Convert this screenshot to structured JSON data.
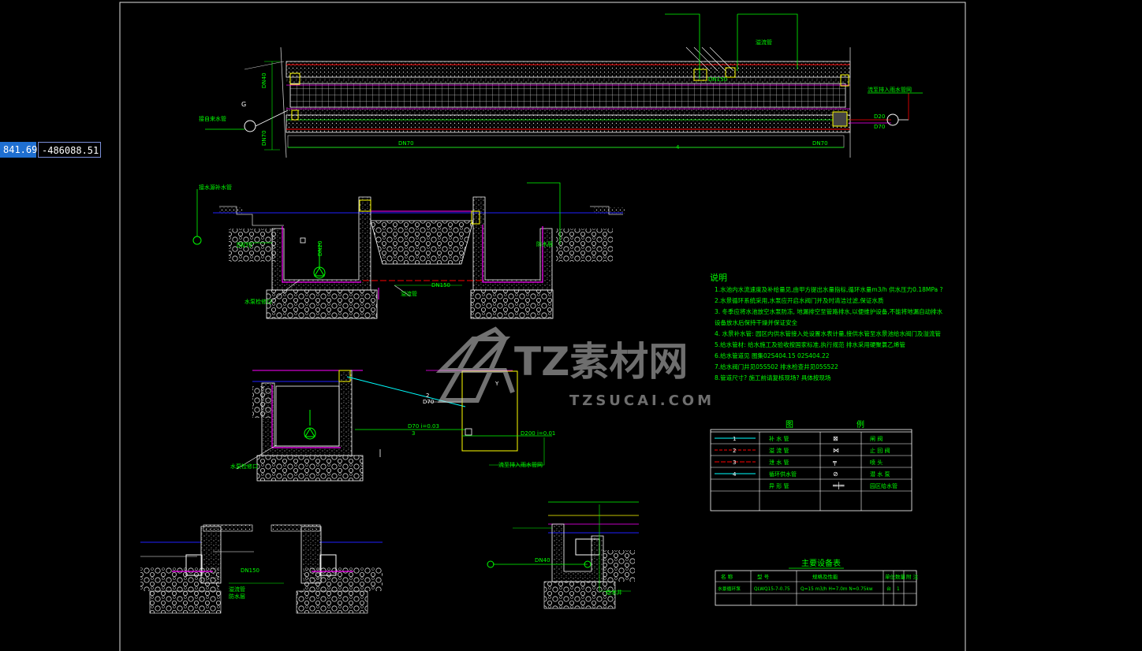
{
  "coords": {
    "x": "841.69",
    "y": "-486088.51"
  },
  "watermark": {
    "brand": "TZ素材网",
    "url": "TZSUCAI.COM"
  },
  "plan": {
    "dim_left": "DN40",
    "dim_left2": "DN70",
    "dim_bottom_left": "DN70",
    "dim_bottom_right": "DN70",
    "dim_mid": "4",
    "dim_pipe": "DN150",
    "dim_right_top": "D20",
    "dim_right_bottom": "D70",
    "right_note": "流至排入雨水管网",
    "left_note": "接自来水管",
    "top_note": "溢流管",
    "left_symbol": "G"
  },
  "section1": {
    "top_label": "接水源补水管",
    "dim": "DN150",
    "left_dim": "DN70",
    "pump_label": "DN20",
    "bottom_left": "水泵检修口",
    "bottom_mid": "溢流管",
    "right_label": "防水层"
  },
  "section2": {
    "dim1": "D70  i=0.03",
    "dim1_num": "3",
    "dim2": "D200  i=0.01",
    "num2": "2",
    "d70": "D70",
    "bottom_label": "水泵检修口",
    "right_label": "流至排入雨水管网",
    "letter": "Y"
  },
  "notes": {
    "title": "说明",
    "items": [
      "1.水池内水流速度及补给量见,由甲方提出水量指标,循环水量m3/h  供水压力0.18MPa        ?",
      "2.水景循环系统采用,水泵应开启水阀门并及时清洁过滤,保证水质",
      "3. 冬季应将水池放空水泵防冻, 地漏排空至管路排水,以便维护设备,不能将地漏自动排水",
      "   设备放水后保持干燥并保证安全",
      "4. 水景补水管: 园区内供水管接入处设置水表计量,接供水管至水景池给水阀门及溢流管",
      "5.给水管材: 给水施工及验收按国家标准,执行规范 排水采用硬聚氯乙烯管",
      "6.给水管道见 图集02S404.15   02S404.22",
      "7.给水阀门井见05S502        排水检查井见05S522",
      "8.管道尺寸? 施工前请复核现场? 具体按现场"
    ]
  },
  "legend": {
    "title_left": "图",
    "title_right": "例",
    "rows": [
      {
        "num": "1",
        "name": "补 水 管",
        "sym": "⊠",
        "desc": "闸    阀"
      },
      {
        "num": "2",
        "name": "溢 流 管",
        "sym": "⋈",
        "desc": "止 回 阀"
      },
      {
        "num": "3",
        "name": "泄 水 管",
        "sym": "╤",
        "desc": "喷    头"
      },
      {
        "num": "4",
        "name": "循环供水管",
        "sym": "⊘",
        "desc": "潜 水 泵"
      },
      {
        "num": "",
        "name": "异 形 管",
        "sym": "═╪═",
        "desc": "园区给水管"
      }
    ]
  },
  "equipment": {
    "title": "主要设备表",
    "headers": [
      "名 称",
      "型 号",
      "规格及性能",
      "单位",
      "数量",
      "附 注"
    ],
    "rows": [
      [
        "水景循环泵",
        "QLWQ15-7-0.75",
        "Q=15 m3/h  H=7.0m  N=0.75kw",
        "台",
        "1",
        ""
      ]
    ]
  },
  "details": {
    "detail_a_dim": "DN150",
    "detail_a_label": "溢流管",
    "detail_a_label2": "防水层",
    "detail_b_dim": "DN40",
    "detail_b_label": "给水井"
  },
  "colors": {
    "green": "#00ff00",
    "yellow": "#ffff00",
    "cyan": "#00ffff",
    "magenta": "#ff00ff",
    "red": "#ff0000",
    "blue": "#2020ff",
    "white": "#ffffff"
  }
}
